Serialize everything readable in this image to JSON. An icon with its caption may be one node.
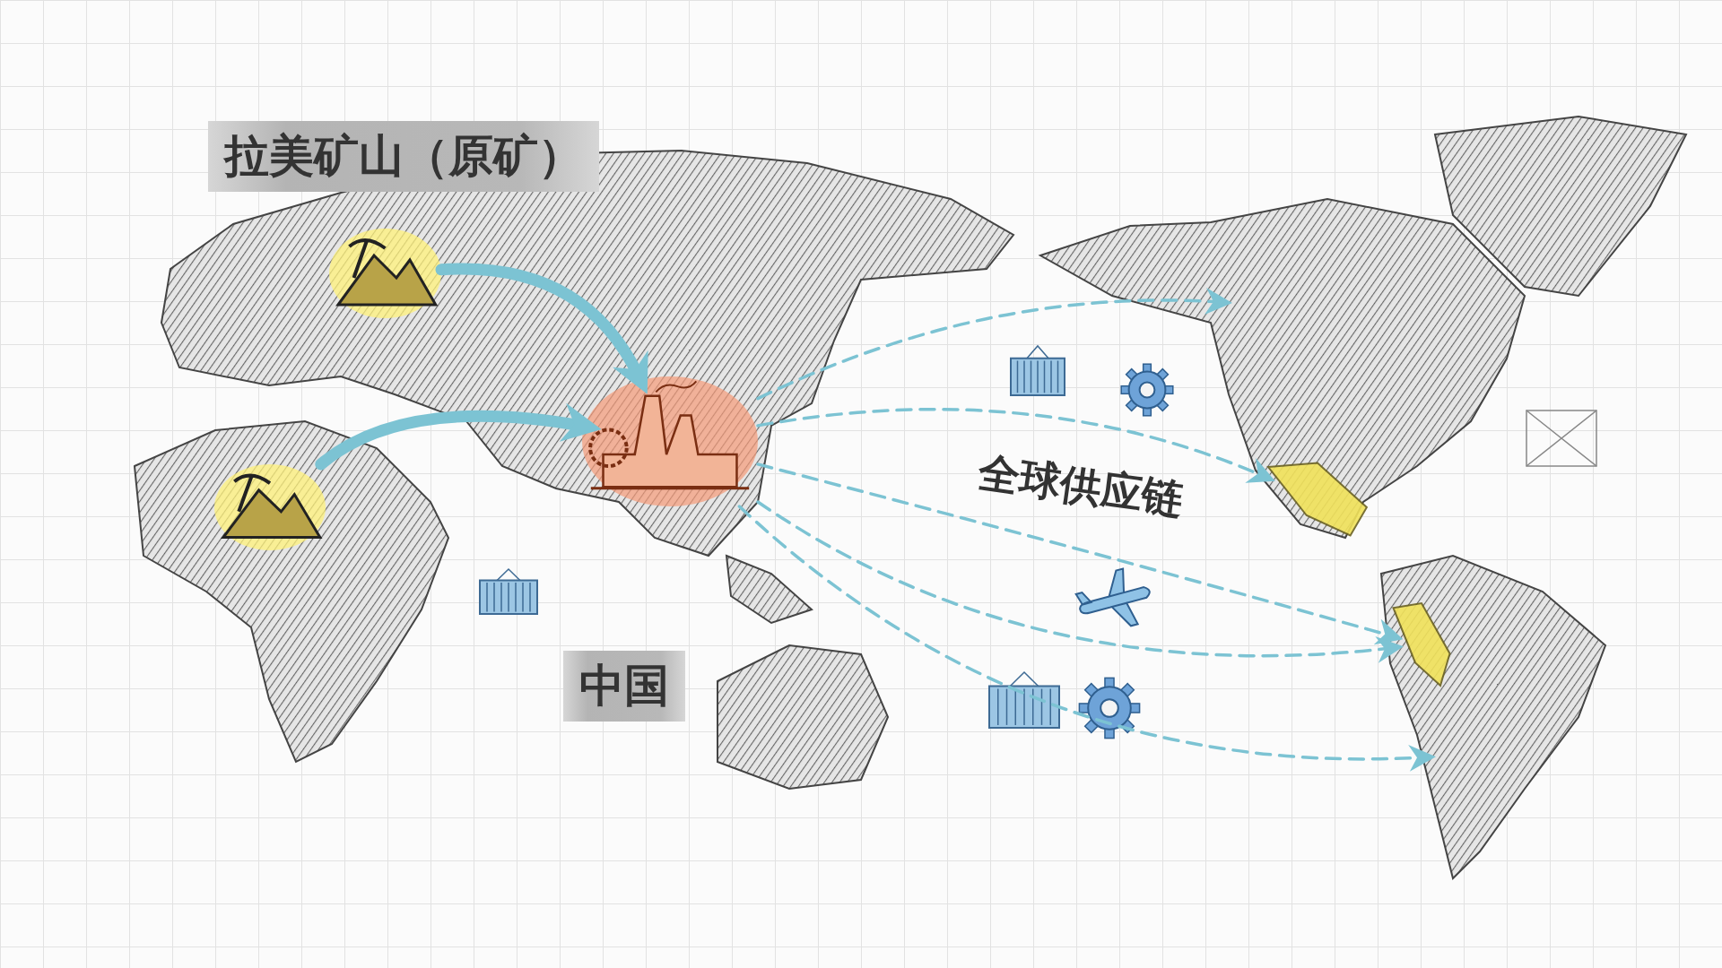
{
  "diagram": {
    "nodes": [
      {
        "text": [],
        "shape": "picture"
      },
      {
        "text": [],
        "shape": "picture"
      },
      {
        "text": [],
        "shape": "picture"
      },
      {
        "text": [],
        "shape": "picture"
      },
      {
        "text": [],
        "shape": "picture"
      }
    ],
    "edges": [
      {
        "from": 0,
        "to": 2,
        "arrow": "to",
        "style": "thick"
      },
      {
        "from": 1,
        "to": 2,
        "arrow": "to",
        "style": "thick"
      },
      {
        "from": 2,
        "to": null,
        "arrow": "to",
        "style": "dashed"
      },
      {
        "from": 2,
        "to": 3,
        "arrow": "to",
        "style": "dashed"
      },
      {
        "from": 2,
        "to": 4,
        "arrow": "to",
        "style": "dashed"
      },
      {
        "from": 2,
        "to": 4,
        "arrow": "to",
        "style": "dashed"
      },
      {
        "from": 2,
        "to": null,
        "arrow": "to",
        "style": "dashed"
      }
    ],
    "labels": [
      "拉美矿山（原矿）",
      "中国",
      "全球供应链"
    ]
  }
}
